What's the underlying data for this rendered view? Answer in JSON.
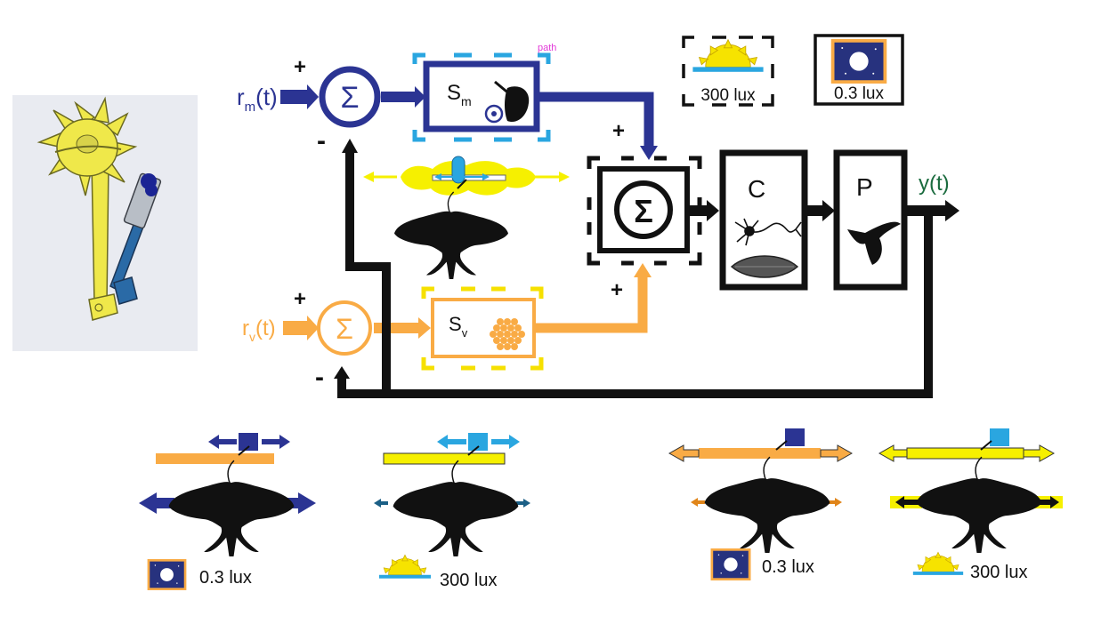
{
  "colors": {
    "mech_blue": "#2b3493",
    "vis_orange": "#f9ab45",
    "black": "#111111",
    "output_green": "#1a6b3e",
    "flower_yellow": "#f6f000",
    "sky_blue": "#2aa6e0",
    "night_navy": "#27327e",
    "path_magenta": "#e23bd8"
  },
  "diagram": {
    "mech_input": {
      "base": "r",
      "sub": "m",
      "arg": "(t)"
    },
    "vis_input": {
      "base": "r",
      "sub": "v",
      "arg": "(t)"
    },
    "mech_sum_plus": "+",
    "mech_sum_minus": "-",
    "vis_sum_plus": "+",
    "vis_sum_minus": "-",
    "sum_symbol": "Σ",
    "sensor_m": {
      "base": "S",
      "sub": "m"
    },
    "sensor_v": {
      "base": "S",
      "sub": "v"
    },
    "central_plus_top": "+",
    "central_plus_bottom": "+",
    "controller": "C",
    "plant": "P",
    "output": "y(t)",
    "path_tag": "path"
  },
  "legend": {
    "day_label": "300 lux",
    "night_label": "0.3 lux"
  },
  "conditions": [
    {
      "label": "0.3 lux",
      "icon": "moon-icon"
    },
    {
      "label": "300 lux",
      "icon": "sun-icon"
    },
    {
      "label": "0.3 lux",
      "icon": "moon-icon"
    },
    {
      "label": "300 lux",
      "icon": "sun-icon"
    }
  ]
}
